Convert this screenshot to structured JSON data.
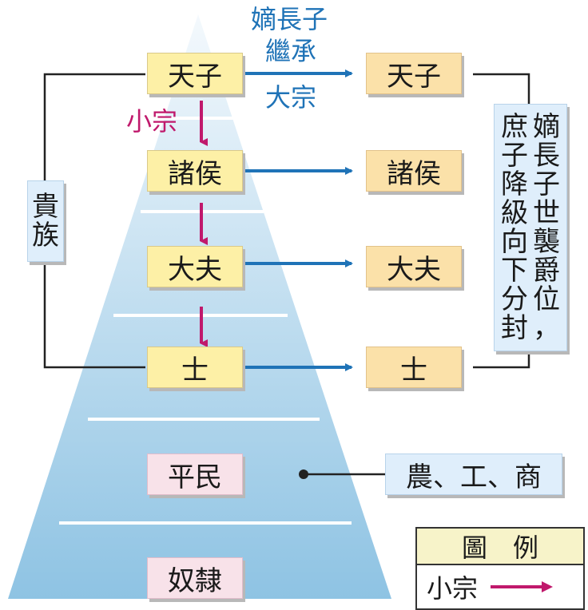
{
  "pyramid": {
    "rows": [
      "天子",
      "諸侯",
      "大夫",
      "士",
      "平民",
      "奴隸"
    ]
  },
  "right_boxes": [
    "天子",
    "諸侯",
    "大夫",
    "士"
  ],
  "arrow_label": [
    "嫡長子",
    "繼承",
    "大宗"
  ],
  "pink_label": "小宗",
  "left_bracket": [
    "貴",
    "族"
  ],
  "right_text": {
    "col1": [
      "嫡",
      "長",
      "子",
      "世",
      "襲",
      "爵",
      "位",
      "，"
    ],
    "col2": [
      "庶",
      "子",
      "降",
      "級",
      "向",
      "下",
      "分",
      "封"
    ]
  },
  "commoner_note": "農、工、商",
  "legend": {
    "title": "圖　例",
    "item_label": "小宗"
  },
  "colors": {
    "blue_arrow": "#1f73b7",
    "pink_arrow": "#c0196c",
    "pyramid_light": "#eef5fb",
    "pyramid_dark": "#9ecbe6"
  }
}
